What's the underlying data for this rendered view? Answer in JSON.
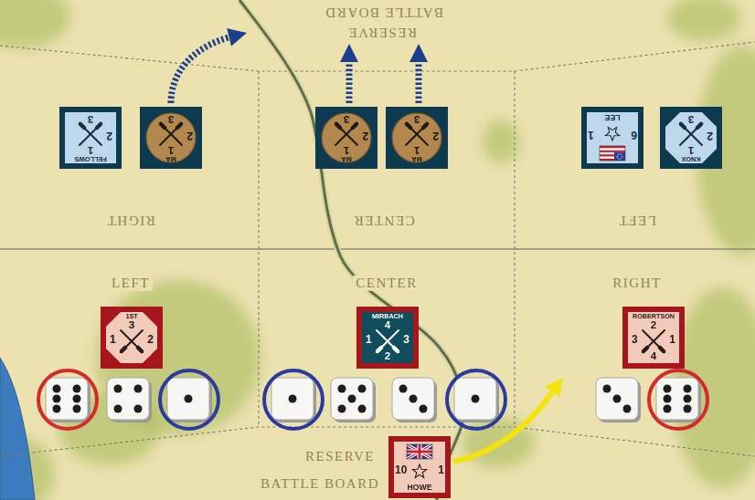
{
  "diagram": {
    "nodes": [
      {
        "text": [
          "1",
          "2",
          "3",
          "FELLOWS"
        ]
      },
      {
        "text": [
          "1",
          "2",
          "3",
          "MA"
        ]
      },
      {
        "text": [
          "1",
          "2",
          "3",
          "MA"
        ]
      },
      {
        "text": [
          "1",
          "2",
          "3",
          "MA"
        ]
      },
      {
        "text": [
          "6",
          "1",
          "LEE"
        ]
      },
      {
        "text": [
          "1",
          "2",
          "3",
          "KNOX"
        ]
      },
      {
        "text": [
          "3",
          "1",
          "2",
          "1ST"
        ]
      },
      {
        "text": [
          "4",
          "1",
          "3",
          "2",
          "MIRBACH"
        ]
      },
      {
        "text": [
          "2",
          "3",
          "1",
          "4",
          "ROBERTSON"
        ]
      },
      {
        "text": [
          "10",
          "1",
          "HOWE"
        ]
      }
    ],
    "labels": [
      "BATTLE BOARD",
      "RESERVE",
      "RIGHT",
      "CENTER",
      "LEFT",
      "LEFT",
      "CENTER",
      "RIGHT",
      "RESERVE",
      "BATTLE BOARD"
    ]
  }
}
